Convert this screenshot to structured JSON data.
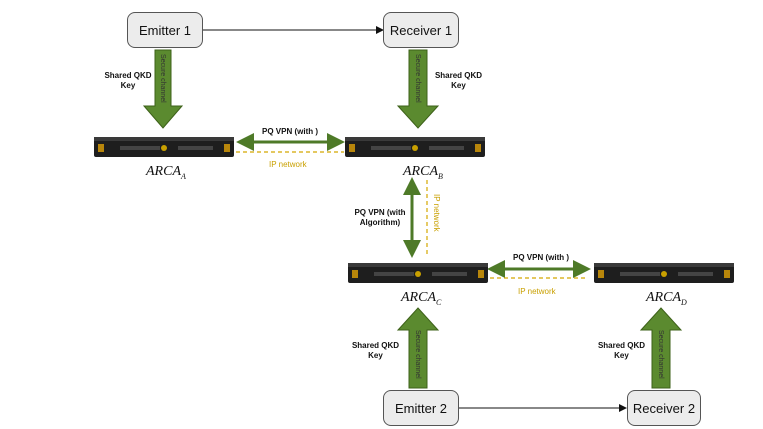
{
  "nodes": {
    "emitter1": "Emitter 1",
    "receiver1": "Receiver 1",
    "emitter2": "Emitter 2",
    "receiver2": "Receiver 2"
  },
  "labels": {
    "shared_key_line1": "Shared QKD",
    "shared_key_line2": "Key",
    "secure_channel": "Secure channel",
    "pq_vpn_with": "PQ VPN (with )",
    "pq_vpn_with_algo_line1": "PQ VPN (with",
    "pq_vpn_with_algo_line2": "Algorithm)",
    "ip_network": "IP network"
  },
  "arca": {
    "base": "ARCA",
    "a": "A",
    "b": "B",
    "c": "C",
    "d": "D"
  },
  "colors": {
    "green_arrow": "#5b8a2f",
    "ip_dashed": "#d4a800"
  }
}
